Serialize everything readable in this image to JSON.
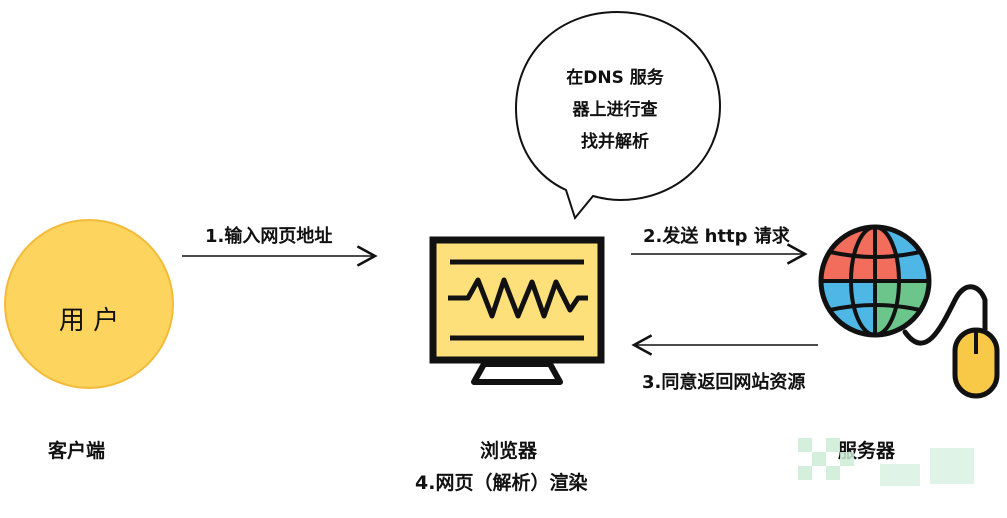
{
  "user_label": "用 户",
  "client_label": "客户端",
  "browser_label": "浏览器",
  "server_label": "服务器",
  "bubble": {
    "lines": [
      "在DNS 服务",
      "器上进行查",
      "找并解析"
    ]
  },
  "steps": {
    "step1": "1.输入网页地址",
    "step2": "2.发送 http 请求",
    "step3": "3.同意返回网站资源",
    "step4": "4.网页（解析）渲染"
  },
  "colors": {
    "user_circle_fill": "#fcd45e",
    "user_circle_stroke": "#f3bb3a",
    "monitor_frame": "#111111",
    "monitor_screen": "#fde07a",
    "globe_red": "#f26d5b",
    "globe_blue": "#4fb7e6",
    "globe_green": "#6cc68c",
    "mouse_fill": "#f7c947"
  },
  "icons": {
    "user": "circle",
    "browser": "monitor-heartbeat-icon",
    "server": "globe-icon",
    "mouse": "mouse-icon",
    "watermark": "watermark-logo"
  }
}
